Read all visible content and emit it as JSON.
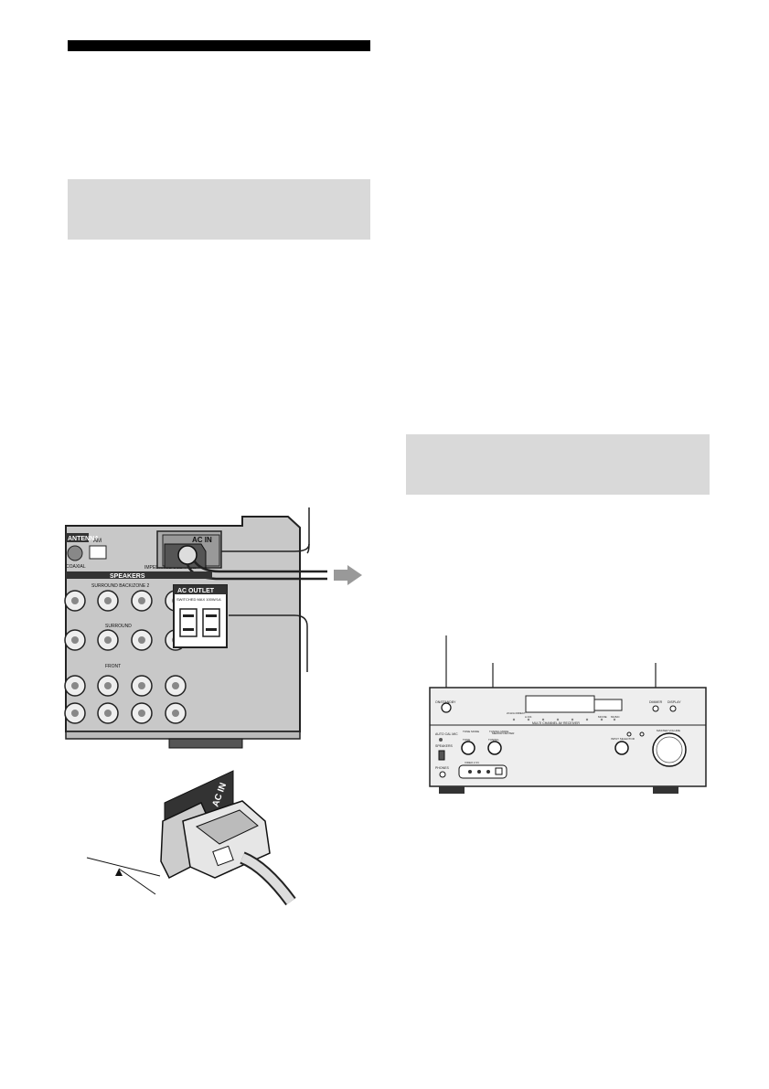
{
  "rear_panel": {
    "ac_in_label": "AC IN",
    "ac_outlet_label": "AC OUTLET",
    "ac_outlet_note": "SWITCHED MAX 100W/1A",
    "speakers_label": "SPEAKERS",
    "surround_back_label": "SURROUND BACK/ZONE 2",
    "surround_label": "SURROUND",
    "front_label": "FRONT",
    "antenna_label": "ANTENNA",
    "am_label": "AM",
    "coaxial_label": "COAXIAL",
    "impedance_label": "IMPEDANCE USE 4-16Ω"
  },
  "plug_detail": {
    "ac_in_label": "AC IN"
  },
  "front_panel": {
    "on_standby_label": "ON/STANDBY",
    "two_ch_label": "2CH/A.DIRECT",
    "a_f_d_label": "A.F.D.",
    "movie_label": "MOVIE",
    "music_label": "MUSIC",
    "auto_cal_label": "AUTO CAL MIC",
    "speakers_label": "SPEAKERS",
    "phones_label": "PHONES",
    "tone_label": "TONE",
    "tuning_label": "TUNING",
    "input_selector_label": "INPUT SELECTOR",
    "master_volume_label": "MASTER VOLUME",
    "dimmer_label": "DIMMER",
    "display_label": "DISPLAY",
    "memory_label": "MEMORY/ENTER",
    "tone_mode_label": "TONE MODE",
    "tuning_mode_label": "TUNING MODE",
    "video_label": "VIDEO 2 IN",
    "model_label": "MULTI CHANNEL AV RECEIVER"
  }
}
